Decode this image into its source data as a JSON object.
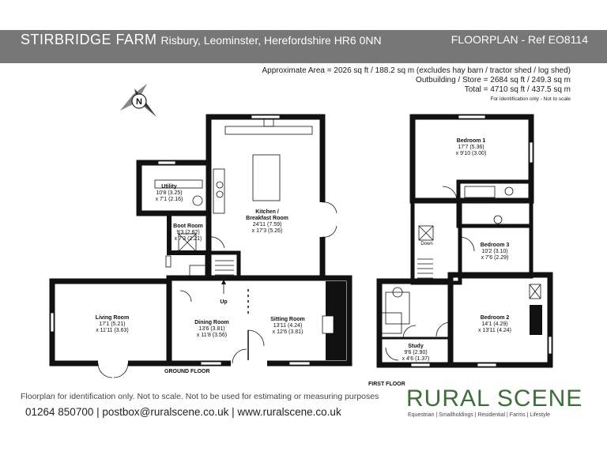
{
  "header": {
    "property_name": "STIRBRIDGE FARM",
    "address": "Risbury, Leominster, Herefordshire HR6 0NN",
    "reference": "FLOORPLAN - Ref EO8114"
  },
  "areas": {
    "main": "Approximate Area = 2026 sq ft / 188.2 sq m (excludes hay barn / tractor shed / log shed)",
    "outbuilding": "Outbuilding / Store = 2684 sq ft / 249.3 sq m",
    "total": "Total = 4710 sq ft / 437.5 sq m",
    "note": "For identification only - Not to scale"
  },
  "compass": {
    "letter": "N"
  },
  "ground_floor": {
    "label": "GROUND FLOOR",
    "rooms": {
      "kitchen": {
        "name1": "Kitchen /",
        "name2": "Breakfast Room",
        "dim1": "24'11 (7.59)",
        "dim2": "x 17'3 (5.26)"
      },
      "utility": {
        "name": "Utility",
        "dim1": "10'8 (3.25)",
        "dim2": "x 7'1 (2.16)"
      },
      "boot": {
        "name": "Boot Room",
        "dim1": "9'3 (2.82)",
        "dim2": "x 7'3 (2.21)"
      },
      "living": {
        "name": "Living Room",
        "dim1": "17'1 (5.21)",
        "dim2": "x 11'11 (3.63)"
      },
      "dining": {
        "name": "Dining Room",
        "dim1": "13'6 (3.81)",
        "dim2": "x 11'8 (3.56)"
      },
      "sitting": {
        "name": "Sitting Room",
        "dim1": "13'11 (4.24)",
        "dim2": "x 12'6 (3.81)"
      }
    },
    "stairs_label": "Up"
  },
  "first_floor": {
    "label": "FIRST FLOOR",
    "rooms": {
      "bed1": {
        "name": "Bedroom 1",
        "dim1": "17'7 (5.36)",
        "dim2": "x 9'10 (3.00)"
      },
      "bed3": {
        "name": "Bedroom 3",
        "dim1": "10'2 (3.10)",
        "dim2": "x 7'6 (2.29)"
      },
      "bed2": {
        "name": "Bedroom 2",
        "dim1": "14'1 (4.29)",
        "dim2": "x 13'11 (4.24)"
      },
      "study": {
        "name": "Study",
        "dim1": "9'6 (2.90)",
        "dim2": "x 4'6 (1.37)"
      }
    },
    "stairs_label": "Down"
  },
  "footer": {
    "disclaimer": "Floorplan for identification only. Not to scale. Not to be used for estimating or measuring purposes",
    "contact": "01264 850700 | postbox@ruralscene.co.uk | www.ruralscene.co.uk"
  },
  "brand": {
    "name": "RURAL SCENE",
    "tagline": "Equestrian | Smallholdings | Residential | Farms | Lifestyle",
    "color": "#3d6d3a"
  }
}
